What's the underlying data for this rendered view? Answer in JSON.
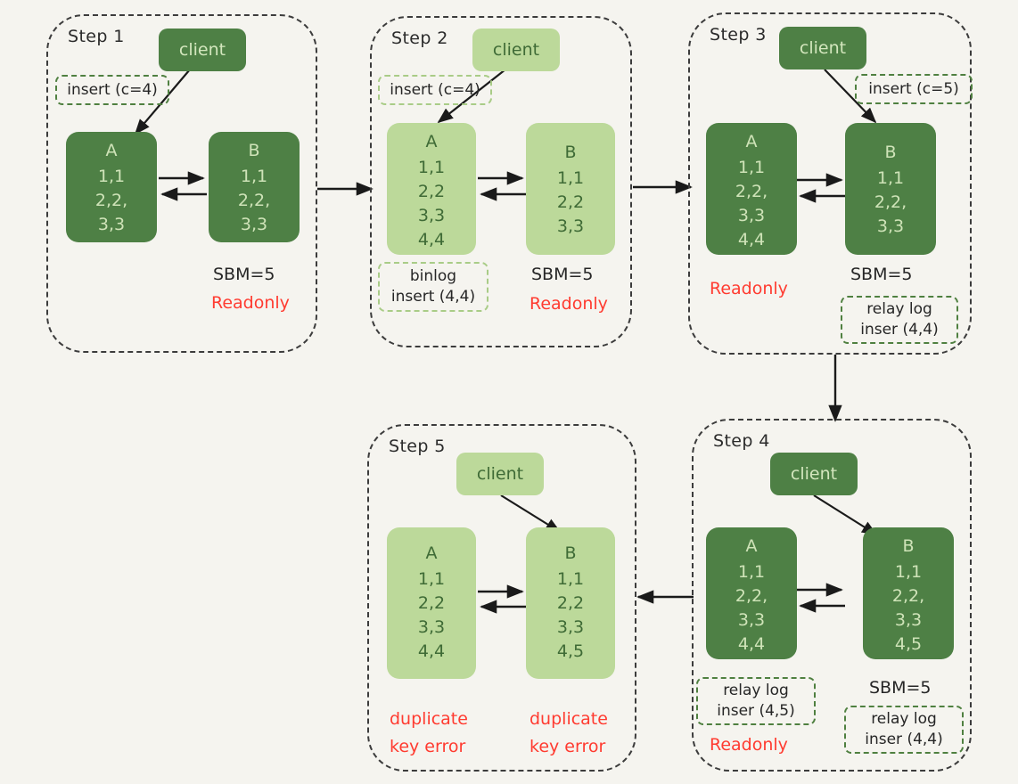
{
  "diagram": {
    "title": "MySQL semi-sync replication duplicate key error walkthrough",
    "background_color": "#f5f4ef",
    "colors": {
      "node_dark": "#4e8045",
      "node_light": "#bcd99a",
      "node_dark_text": "#cfe3b8",
      "node_light_text": "#3f6b36",
      "panel_border": "#3c3c3c",
      "annotation_border": "#4f8040",
      "annotation_border_pale": "#a9cc87",
      "error_text": "#ff3b30",
      "plain_text": "#262626",
      "arrow": "#1a1a1a"
    }
  },
  "steps": [
    {
      "id": "step1",
      "title": "Step 1",
      "client": {
        "label": "client",
        "shade": "dark"
      },
      "insert_note": {
        "label": "insert (c=4)",
        "shade": "dark"
      },
      "node_a": {
        "name": "A",
        "shade": "dark",
        "rows": [
          "1,1",
          "2,2,",
          "3,3"
        ]
      },
      "node_b": {
        "name": "B",
        "shade": "dark",
        "rows": [
          "1,1",
          "2,2,",
          "3,3"
        ]
      },
      "status_right": {
        "sbm": "SBM=5",
        "readonly": "Readonly"
      }
    },
    {
      "id": "step2",
      "title": "Step 2",
      "client": {
        "label": "client",
        "shade": "light"
      },
      "insert_note": {
        "label": "insert (c=4)",
        "shade": "light"
      },
      "node_a": {
        "name": "A",
        "shade": "light",
        "rows": [
          "1,1",
          "2,2",
          "3,3",
          "4,4"
        ]
      },
      "node_b": {
        "name": "B",
        "shade": "light",
        "rows": [
          "1,1",
          "2,2",
          "3,3"
        ]
      },
      "binlog_note": {
        "line1": "binlog",
        "line2": "insert (4,4)"
      },
      "status_right": {
        "sbm": "SBM=5",
        "readonly": "Readonly"
      }
    },
    {
      "id": "step3",
      "title": "Step 3",
      "client": {
        "label": "client",
        "shade": "dark"
      },
      "insert_note": {
        "label": "insert (c=5)",
        "shade": "dark"
      },
      "node_a": {
        "name": "A",
        "shade": "dark",
        "rows": [
          "1,1",
          "2,2,",
          "3,3",
          "4,4"
        ]
      },
      "node_b": {
        "name": "B",
        "shade": "dark",
        "rows": [
          "1,1",
          "2,2,",
          "3,3"
        ]
      },
      "readonly_left": "Readonly",
      "sbm_right": "SBM=5",
      "relay_note_right": {
        "line1": "relay log",
        "line2": "inser (4,4)"
      }
    },
    {
      "id": "step4",
      "title": "Step 4",
      "client": {
        "label": "client",
        "shade": "dark"
      },
      "node_a": {
        "name": "A",
        "shade": "dark",
        "rows": [
          "1,1",
          "2,2,",
          "3,3",
          "4,4"
        ]
      },
      "node_b": {
        "name": "B",
        "shade": "dark",
        "rows": [
          "1,1",
          "2,2,",
          "3,3",
          "4,5"
        ]
      },
      "relay_note_left": {
        "line1": "relay log",
        "line2": "inser (4,5)"
      },
      "readonly_left": "Readonly",
      "sbm_right": "SBM=5",
      "relay_note_right": {
        "line1": "relay log",
        "line2": "inser (4,4)"
      }
    },
    {
      "id": "step5",
      "title": "Step 5",
      "client": {
        "label": "client",
        "shade": "light"
      },
      "node_a": {
        "name": "A",
        "shade": "light",
        "rows": [
          "1,1",
          "2,2",
          "3,3",
          "4,4"
        ]
      },
      "node_b": {
        "name": "B",
        "shade": "light",
        "rows": [
          "1,1",
          "2,2",
          "3,3",
          "4,5"
        ]
      },
      "error_left": {
        "line1": "duplicate",
        "line2": "key error"
      },
      "error_right": {
        "line1": "duplicate",
        "line2": "key error"
      }
    }
  ],
  "connectors": [
    {
      "name": "step1-to-step2",
      "direction": "right"
    },
    {
      "name": "step2-to-step3",
      "direction": "right"
    },
    {
      "name": "step3-to-step4",
      "direction": "down"
    },
    {
      "name": "step4-to-step5",
      "direction": "left"
    }
  ]
}
